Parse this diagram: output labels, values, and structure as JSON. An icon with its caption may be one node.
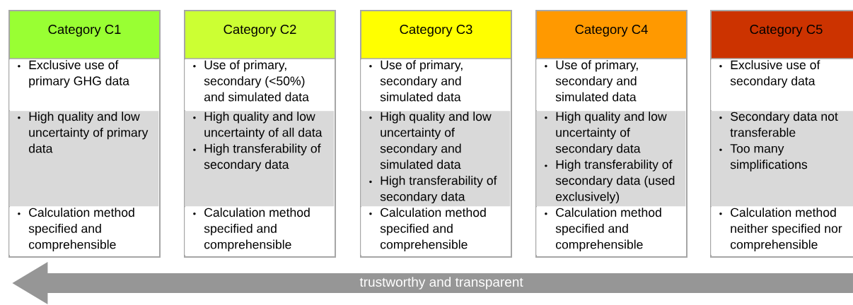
{
  "diagram": {
    "nodes": [
      {
        "text": [
          "Category C1"
        ]
      },
      {
        "text": [
          "Exclusive use of primary GHG data"
        ],
        "in": 0
      },
      {
        "text": [
          "High quality and low uncertainty of primary data"
        ],
        "in": 0
      },
      {
        "text": [
          "Calculation method specified and comprehensible"
        ],
        "in": 0
      },
      {
        "text": [
          "Category C2"
        ]
      },
      {
        "text": [
          "Use of primary, secondary (<50%) and simulated data"
        ],
        "in": 4
      },
      {
        "text": [
          "High quality and low uncertainty of all data",
          "High transferability of secondary data"
        ],
        "in": 4
      },
      {
        "text": [
          "Calculation method specified and comprehensible"
        ],
        "in": 4
      },
      {
        "text": [
          "Category C3"
        ]
      },
      {
        "text": [
          "Use of primary, secondary and simulated data"
        ],
        "in": 8
      },
      {
        "text": [
          "High quality and low uncertainty of secondary and simulated data",
          "High transferability of secondary data"
        ],
        "in": 8
      },
      {
        "text": [
          "Calculation method specified and comprehensible"
        ],
        "in": 8
      },
      {
        "text": [
          "Category C4"
        ]
      },
      {
        "text": [
          "Use of primary, secondary and simulated data"
        ],
        "in": 12
      },
      {
        "text": [
          "High quality and low uncertainty of secondary data",
          "High transferability of secondary data (used exclusively)"
        ],
        "in": 12
      },
      {
        "text": [
          "Calculation method specified and comprehensible"
        ],
        "in": 12
      },
      {
        "text": [
          "Category C5"
        ]
      },
      {
        "text": [
          "Exclusive use of secondary data"
        ],
        "in": 16
      },
      {
        "text": [
          "Secondary data not transferable",
          "Too many simplifications"
        ],
        "in": 16
      },
      {
        "text": [
          "Calculation method neither specified nor comprehensible"
        ],
        "in": 16
      },
      {
        "text": [
          "trustworthy and transparent"
        ]
      }
    ]
  }
}
